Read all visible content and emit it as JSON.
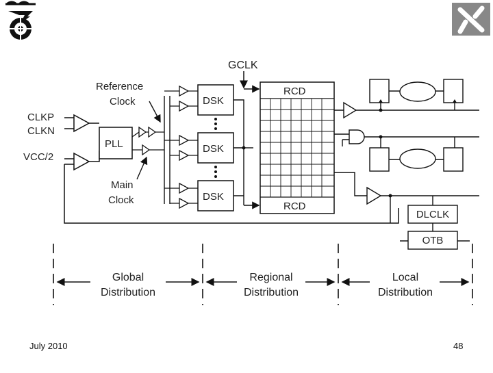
{
  "footer": {
    "date": "July 2010",
    "page_number": "48"
  },
  "labels": {
    "gclk": "GCLK",
    "reference": [
      "Reference",
      "Clock"
    ],
    "clkp": "CLKP",
    "clkn": "CLKN",
    "vcc2": "VCC/2",
    "pll": "PLL",
    "main": [
      "Main",
      "Clock"
    ],
    "dsk": [
      "DSK",
      "DSK",
      "DSK"
    ],
    "rcd_top": "RCD",
    "rcd_bottom": "RCD",
    "dlclk": "DLCLK",
    "otb": "OTB"
  },
  "regions": [
    {
      "lines": [
        "Global",
        "Distribution"
      ]
    },
    {
      "lines": [
        "Regional",
        "Distribution"
      ]
    },
    {
      "lines": [
        "Local",
        "Distribution"
      ]
    }
  ],
  "logos": [
    {
      "icon": "technion-logo-icon",
      "color": "#111111"
    },
    {
      "icon": "aleph-logo-icon",
      "color": "#888888"
    }
  ]
}
